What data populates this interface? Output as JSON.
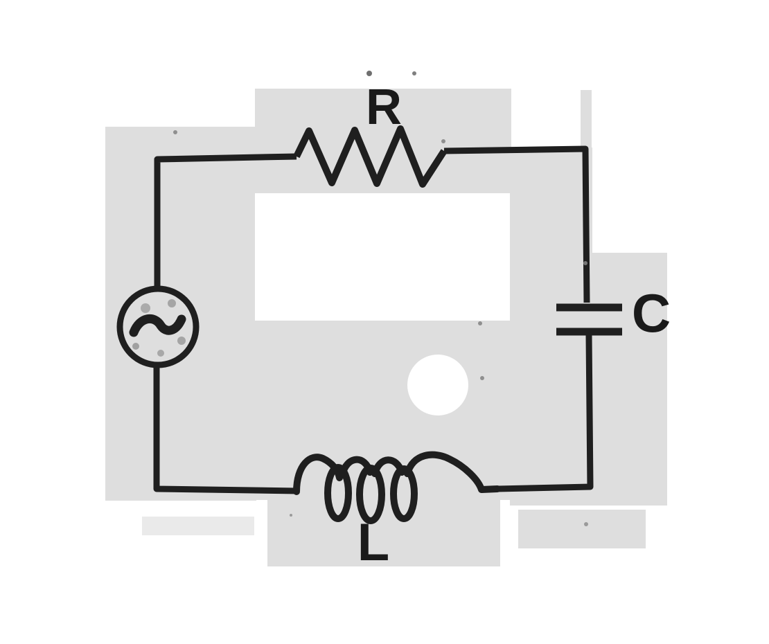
{
  "figure": {
    "kind": "series-rlc-circuit-with-ac-source",
    "labels": {
      "resistor": "R",
      "capacitor": "C",
      "inductor": "L"
    },
    "source_symbol": "∼",
    "component_positions": {
      "resistor": "top",
      "capacitor": "right",
      "inductor": "bottom",
      "ac_source": "left"
    },
    "colors": {
      "background": "#ffffff",
      "highlight_patch": "#dedede",
      "line": "#1f1f1f",
      "source_fill": "#8d8d8d",
      "coil_fill": "#c4c4c4"
    }
  }
}
